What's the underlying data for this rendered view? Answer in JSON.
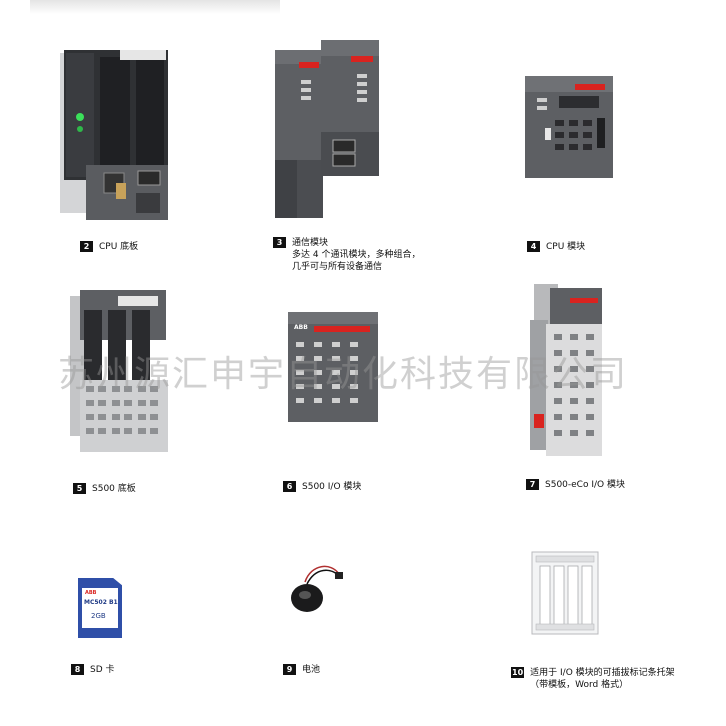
{
  "items": [
    {
      "num": "2",
      "lines": [
        "CPU 底板"
      ]
    },
    {
      "num": "3",
      "lines": [
        "通信模块",
        "多达 4 个通讯模块，多种组合，",
        "几乎可与所有设备通信"
      ]
    },
    {
      "num": "4",
      "lines": [
        "CPU 模块"
      ]
    },
    {
      "num": "5",
      "lines": [
        "S500 底板"
      ]
    },
    {
      "num": "6",
      "lines": [
        "S500 I/O 模块"
      ]
    },
    {
      "num": "7",
      "lines": [
        "S500-eCo I/O 模块"
      ]
    },
    {
      "num": "8",
      "lines": [
        "SD 卡"
      ]
    },
    {
      "num": "9",
      "lines": [
        "电池"
      ]
    },
    {
      "num": "10",
      "lines": [
        "适用于 I/O 模块的可插拔标记条托架",
        "（带模板，Word 格式）"
      ]
    }
  ],
  "products": {
    "io_module_brand": "ABB",
    "sd_card": {
      "brand": "ABB",
      "model": "MC502 B1",
      "capacity": "2GB"
    }
  },
  "watermark": "苏州源汇申宇自动化科技有限公司",
  "colors": {
    "module_gray": "#5d5f63",
    "module_dark": "#3f4145",
    "abb_red": "#d9231f",
    "terminal": "#c9cacc"
  }
}
